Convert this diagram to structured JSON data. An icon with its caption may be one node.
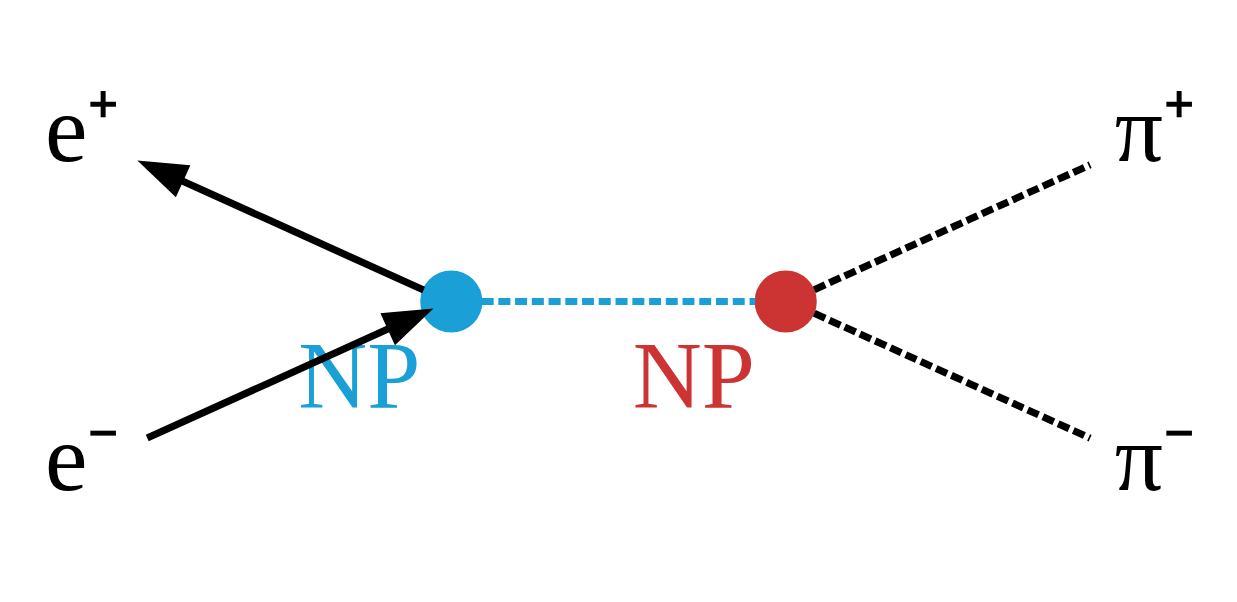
{
  "diagram": {
    "nodes": [
      {
        "text": [
          "e⁺"
        ]
      },
      {
        "text": [
          "π⁺"
        ]
      },
      {
        "text": [],
        "shape": "circle",
        "beside": [
          "NP"
        ]
      },
      {
        "text": [],
        "shape": "circle",
        "beside": [
          "NP"
        ]
      },
      {
        "text": [
          "e⁻"
        ]
      },
      {
        "text": [
          "π⁻"
        ]
      }
    ],
    "edges": [
      {
        "from": 4,
        "to": 2,
        "arrow": "to"
      },
      {
        "from": 2,
        "to": 0,
        "arrow": "to"
      },
      {
        "from": 2,
        "to": 3,
        "arrow": "none",
        "style": "dashed",
        "color": "#1a9fd6"
      },
      {
        "from": 3,
        "to": 1,
        "arrow": "none",
        "style": "dashed"
      },
      {
        "from": 3,
        "to": 5,
        "arrow": "none",
        "style": "dashed"
      }
    ]
  }
}
